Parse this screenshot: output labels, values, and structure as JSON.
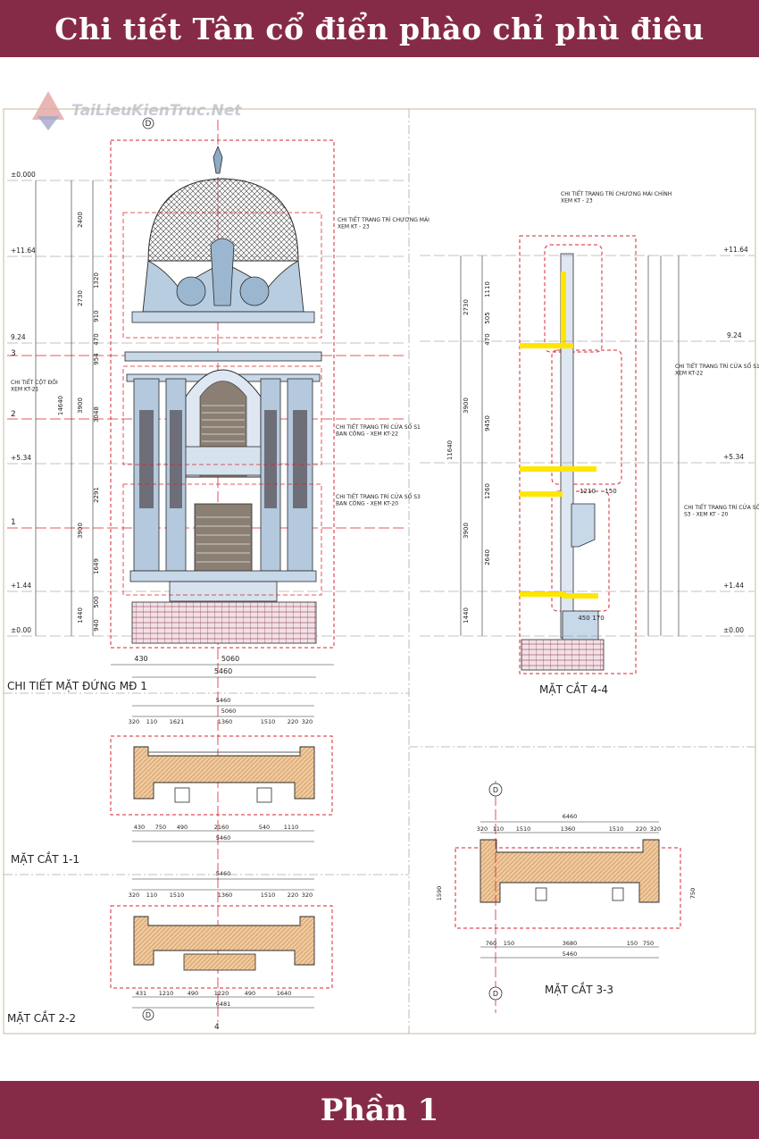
{
  "header": {
    "title": "Chi tiết Tân cổ điển phào chỉ phù điêu"
  },
  "footer": {
    "label": "Phần 1"
  },
  "watermark": {
    "text": "TaiLieuKienTruc.Net"
  },
  "colors": {
    "banner": "#862b47",
    "line": "#2b2b2b",
    "red_dash": "#d9262e",
    "highlight": "#ffe600",
    "hatch": "#e0a96a"
  },
  "elevation": {
    "title": "CHI TIẾT MẶT ĐỨNG MĐ 1",
    "levels": [
      "±0.000",
      "+11.64",
      "9.24",
      "+5.34",
      "+1.44",
      "±0.00"
    ],
    "axes": [
      "D",
      "3",
      "2",
      "1",
      "4"
    ],
    "left_dims": [
      "2400",
      "1320",
      "2730",
      "910",
      "470",
      "954",
      "3900",
      "3048",
      "14640",
      "2291",
      "3900",
      "1649",
      "500",
      "1440",
      "940"
    ],
    "notes": [
      "CHI TIẾT TRANG TRÍ CHƯƠNG MÁI\nXEM KT - 23",
      "CHI TIẾT CỘT ĐÔI\nXEM KT-21",
      "CHI TIẾT TRANG TRÍ CỬA SỔ S1\nBAN CÔNG - XEM KT-22",
      "CHI TIẾT TRANG TRÍ CỬA SỔ S3\nBAN CÔNG - XEM KT-20"
    ],
    "bottom_dims": [
      "430",
      "5060",
      "5460"
    ]
  },
  "section44": {
    "title": "MẶT CẮT 4-4",
    "notes": [
      "CHI TIẾT TRANG TRÍ CHƯƠNG MÁI CHÍNH\nXEM KT - 23",
      "CHI TIẾT TRANG TRÍ CỬA SỔ S1\nXEM KT-22",
      "CHI TIẾT TRANG TRÍ CỬA SỔ\nS3 - XEM KT - 20"
    ],
    "dims": [
      "1110",
      "2730",
      "505",
      "470",
      "3900",
      "9450",
      "11640",
      "1260",
      "3900",
      "2640",
      "1440",
      "1210",
      "150",
      "450",
      "170"
    ]
  },
  "section11": {
    "title": "MẶT CẮT 1-1",
    "dims": [
      "5460",
      "5060",
      "320",
      "110",
      "1621",
      "1360",
      "1510",
      "220",
      "320",
      "430",
      "750",
      "490",
      "2160",
      "540",
      "1110",
      "5460"
    ]
  },
  "section22": {
    "title": "MẶT CẮT 2-2",
    "dims": [
      "5460",
      "320",
      "110",
      "1510",
      "1360",
      "1510",
      "220",
      "320",
      "431",
      "1210",
      "490",
      "1220",
      "490",
      "1640",
      "6481"
    ]
  },
  "section33": {
    "title": "MẶT CẮT 3-3",
    "dims": [
      "6460",
      "320",
      "110",
      "1510",
      "1360",
      "1510",
      "220",
      "320",
      "760",
      "150",
      "3680",
      "150",
      "750",
      "5460",
      "1590",
      "750"
    ]
  }
}
